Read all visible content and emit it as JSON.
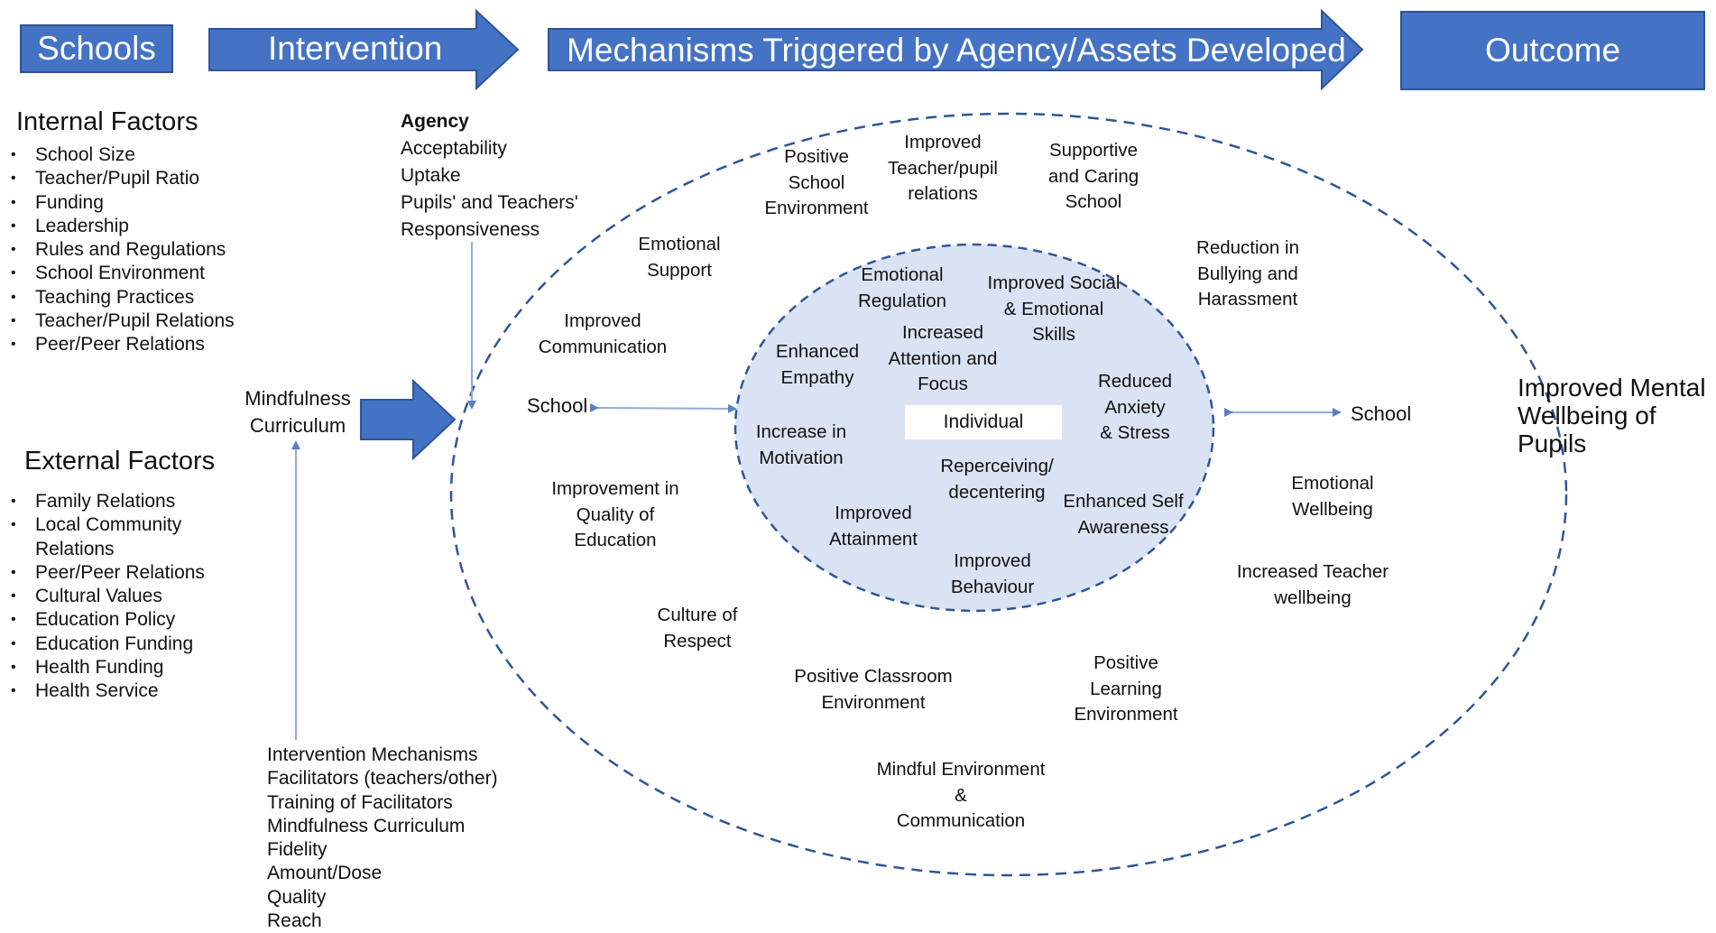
{
  "header": {
    "schools": "Schools",
    "intervention": "Intervention",
    "mechanisms": "Mechanisms Triggered by Agency/Assets Developed",
    "outcome": "Outcome"
  },
  "internal_factors": {
    "title": "Internal Factors",
    "items": [
      "School Size",
      "Teacher/Pupil Ratio",
      "Funding",
      "Leadership",
      "Rules and Regulations",
      "School Environment",
      "Teaching Practices",
      "Teacher/Pupil Relations",
      "Peer/Peer Relations"
    ]
  },
  "external_factors": {
    "title": "External Factors",
    "items": [
      "Family Relations",
      "Local Community Relations",
      "Peer/Peer Relations",
      "Cultural Values",
      "Education Policy",
      "Education Funding",
      "Health Funding",
      "Health Service"
    ]
  },
  "agency": {
    "title": "Agency",
    "items": [
      "Acceptability",
      "Uptake",
      "Pupils' and Teachers'",
      "Responsiveness"
    ]
  },
  "mindfulness": "Mindfulness\nCurriculum",
  "intervention_mechanisms": [
    "Intervention Mechanisms",
    "Facilitators (teachers/other)",
    "Training of Facilitators",
    "Mindfulness Curriculum",
    "Fidelity",
    "Amount/Dose",
    "Quality",
    "Reach"
  ],
  "school_left": "School",
  "school_right": "School",
  "individual": "Individual",
  "outer_nodes": [
    "Positive\nSchool\nEnvironment",
    "Improved\nTeacher/pupil\nrelations",
    "Supportive\nand Caring\nSchool",
    "Emotional\nSupport",
    "Reduction in\nBullying and\nHarassment",
    "Improved\nCommunication",
    "Improvement in\nQuality of\nEducation",
    "Emotional\nWellbeing",
    "Increased Teacher\nwellbeing",
    "Culture of\nRespect",
    "Positive Classroom\nEnvironment",
    "Positive\nLearning\nEnvironment",
    "Mindful Environment\n&\nCommunication"
  ],
  "inner_nodes": [
    "Emotional\nRegulation",
    "Improved Social\n& Emotional\nSkills",
    "Increased\nAttention and\nFocus",
    "Enhanced\nEmpathy",
    "Reduced\nAnxiety\n& Stress",
    "Increase in\nMotivation",
    "Reperceiving/\ndecentering",
    "Enhanced Self\nAwareness",
    "Improved\nAttainment",
    "Improved\nBehaviour"
  ],
  "outcome_text": "Improved Mental\nWellbeing of\nPupils",
  "colors": {
    "header_fill": "#4472c4",
    "header_border": "#2f5597",
    "inner_ellipse_fill": "#dae3f3",
    "dashed_line": "#2f5597",
    "connector": "#8faadc"
  }
}
